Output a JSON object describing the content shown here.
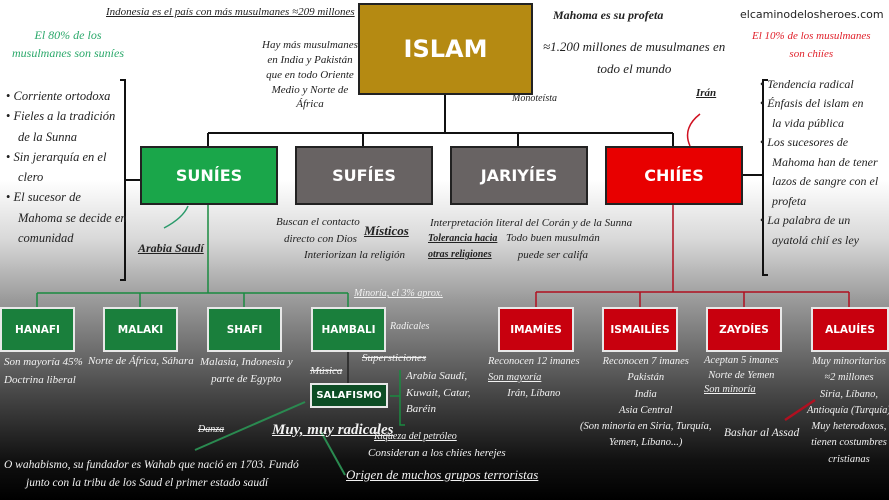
{
  "root": {
    "label": "ISLAM",
    "color": "#b58a12"
  },
  "branches": [
    {
      "label": "SUNÍES",
      "color": "#1aa64a"
    },
    {
      "label": "SUFÍES",
      "color": "#686363"
    },
    {
      "label": "JARIYÍES",
      "color": "#686363"
    },
    {
      "label": "CHIÍES",
      "color": "#e80000"
    }
  ],
  "sunni_schools": [
    "HANAFI",
    "MALAKI",
    "SHAFI",
    "HAMBALI"
  ],
  "salafismo": "SALAFISMO",
  "shia_branches": [
    "IMAMÍES",
    "ISMAILÍES",
    "ZAYDÍES",
    "ALAUÍES"
  ],
  "notes": {
    "indonesia": "Indonesia es el país con más musulmanes ≈209 millones",
    "sunni_pct": [
      "El 80% de los",
      "musulmanes son suníes"
    ],
    "india": [
      "Hay más musulmanes",
      "en India y Pakistán",
      "que en todo Oriente",
      "Medio y Norte de",
      "África"
    ],
    "mahoma": "Mahoma es su profeta",
    "millones": [
      "≈1.200 millones de musulmanes en",
      "todo el mundo"
    ],
    "site": "elcaminodelosheroes.com",
    "shia_pct": [
      "El 10% de los musulmanes",
      "son chiíes"
    ],
    "monoteista": "Monoteísta",
    "iran": "Irán",
    "sunni_bullets": [
      "Corriente ortodoxa",
      "Fieles a la tradición",
      "de la Sunna",
      "Sin jerarquía en el",
      "clero",
      "El sucesor de",
      "Mahoma se decide en",
      "comunidad"
    ],
    "shia_bullets": [
      "Tendencia radical",
      "Énfasis del islam en",
      "la vida pública",
      "Los sucesores de",
      "Mahoma han de tener",
      "lazos de sangre con el",
      "profeta",
      "La palabra de un",
      "ayatolá chií es ley"
    ],
    "arabia": "Arabia Saudí",
    "sufi": [
      "Buscan el contacto",
      "directo con Dios",
      "Interiorizan la religión"
    ],
    "misticos": "Místicos",
    "jariyi": [
      "Interpretación literal del Corán y de la Sunna",
      "Todo buen musulmán",
      "puede ser califa"
    ],
    "tolerancia": [
      "Tolerancia hacia",
      "otras religiones"
    ],
    "minoria3": "Minoría, el 3% aprox.",
    "radicales": "Radicales",
    "hanafi": [
      "Son mayoría 45%",
      "Doctrina liberal"
    ],
    "malaki": "Norte de África, Sáhara",
    "shafi": [
      "Malasia, Indonesia y",
      "parte de Egypto"
    ],
    "musica": "Música",
    "supersticiones": "Supersticiones",
    "salaf_places": [
      "Arabia Saudí,",
      "Kuwait, Catar,",
      "Baréin"
    ],
    "danza": "Danza",
    "muy_radicales": "Muy, muy radicales",
    "petroleo": "Riqueza del petróleo",
    "herejes": "Consideran a los chiíes herejes",
    "origen": "Origen de muchos grupos terroristas",
    "wahabismo": [
      "O wahabismo, su fundador es Wahab que nació en 1703. Fundó",
      "junto con la tribu de los Saud el primer estado saudí"
    ],
    "imamies": [
      "Reconocen 12 imanes",
      "Son mayoría",
      "Irán, Líbano"
    ],
    "ismailies": [
      "Reconocen 7 imanes",
      "Pakistán",
      "India",
      "Asia Central",
      "(Son minoría en Siria, Turquía,",
      "Yemen, Líbano...)"
    ],
    "zaydies": [
      "Aceptan 5 imanes",
      "Norte de Yemen",
      "Son minoría"
    ],
    "alauies": [
      "Muy minoritarios",
      "≈2 millones",
      "Siria, Líbano,",
      "Antioquía (Turquía)",
      "Muy heterodoxos,",
      "tienen costumbres",
      "cristianas"
    ],
    "bashar": "Bashar al Assad"
  }
}
